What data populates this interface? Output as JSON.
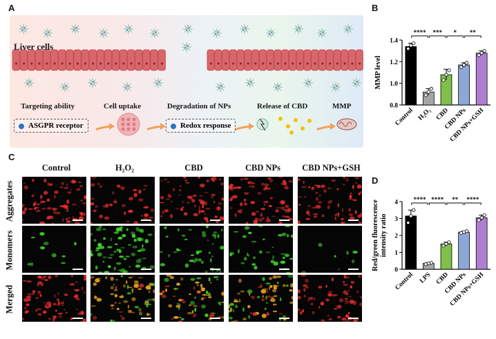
{
  "panel_labels": {
    "a": "A",
    "b": "B",
    "c": "C",
    "d": "D"
  },
  "panelA": {
    "liver_cells": "Liver cells",
    "steps": [
      "Targeting ability",
      "Cell uptake",
      "Degradation of NPs",
      "Release of CBD",
      "MMP"
    ],
    "boxes": [
      "ASGPR receptor",
      "Redox response"
    ],
    "colors": {
      "cell_fill": "#d9666a",
      "cell_edge": "#b94a4f",
      "nucleus": "#8a2a30",
      "arrow": "#f0a15a",
      "cbd_dot": "#f2c200"
    }
  },
  "panelC": {
    "columns": [
      "Control",
      "H₂O₂",
      "CBD",
      "CBD NPs",
      "CBD NPs+GSH"
    ],
    "rows": [
      "Aggregates",
      "Monomers",
      "Merged"
    ],
    "colors": {
      "red": "#e02b2b",
      "green": "#3fd12a",
      "orange": "#e8a020"
    }
  },
  "chart_data": [
    {
      "type": "bar",
      "panel": "B",
      "categories": [
        "Control",
        "H₂O₂",
        "CBD",
        "CBD NPs",
        "CBD NPs+GSH"
      ],
      "values": [
        1.34,
        0.92,
        1.08,
        1.17,
        1.28
      ],
      "points": [
        [
          1.32,
          1.35,
          1.37
        ],
        [
          0.89,
          0.92,
          0.95
        ],
        [
          1.03,
          1.08,
          1.12
        ],
        [
          1.15,
          1.17,
          1.19
        ],
        [
          1.26,
          1.28,
          1.3
        ]
      ],
      "errors": [
        0.03,
        0.03,
        0.05,
        0.02,
        0.02
      ],
      "colors": [
        "#000000",
        "#a6a6a6",
        "#7fbf4a",
        "#8fa6d8",
        "#b07ed0"
      ],
      "ylabel": "MMP level",
      "ylim": [
        0.8,
        1.4
      ],
      "yticks": [
        "0.8",
        "1.0",
        "1.2",
        "1.4"
      ],
      "significance": [
        {
          "from": 0,
          "to": 1,
          "label": "****"
        },
        {
          "from": 1,
          "to": 2,
          "label": "***"
        },
        {
          "from": 2,
          "to": 3,
          "label": "*"
        },
        {
          "from": 3,
          "to": 4,
          "label": "**"
        }
      ]
    },
    {
      "type": "bar",
      "panel": "D",
      "categories": [
        "Control",
        "LPS",
        "CBD",
        "CBD NPs",
        "CBD NPs+GSH"
      ],
      "values": [
        3.15,
        0.35,
        1.5,
        2.2,
        3.05
      ],
      "points": [
        [
          2.75,
          3.15,
          3.5
        ],
        [
          0.3,
          0.35,
          0.38
        ],
        [
          1.4,
          1.5,
          1.6
        ],
        [
          2.15,
          2.2,
          2.25
        ],
        [
          2.9,
          3.05,
          3.2
        ]
      ],
      "errors": [
        0.35,
        0.04,
        0.1,
        0.05,
        0.15
      ],
      "colors": [
        "#000000",
        "#a6a6a6",
        "#7fbf4a",
        "#8fa6d8",
        "#b07ed0"
      ],
      "ylabel": "Red/green fluorescence intensity ratio",
      "ylabel_lines": [
        "Red/green fluorescence",
        "intensity ratio"
      ],
      "ylim": [
        0,
        4
      ],
      "yticks": [
        "0",
        "1",
        "2",
        "3",
        "4"
      ],
      "significance": [
        {
          "from": 0,
          "to": 1,
          "label": "****"
        },
        {
          "from": 1,
          "to": 2,
          "label": "****"
        },
        {
          "from": 2,
          "to": 3,
          "label": "**"
        },
        {
          "from": 3,
          "to": 4,
          "label": "****"
        }
      ]
    }
  ]
}
